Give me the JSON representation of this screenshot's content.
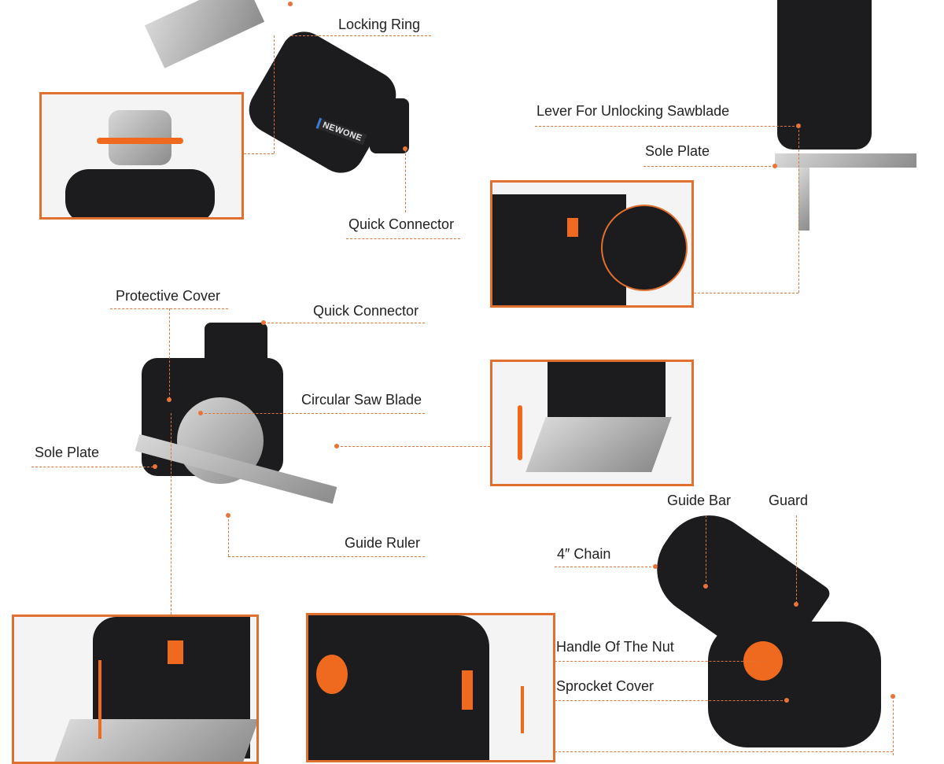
{
  "labels": {
    "locking_ring": "Locking Ring",
    "lever_unlocking": "Lever For Unlocking Sawblade",
    "sole_plate_jigsaw": "Sole Plate",
    "quick_connector_reciprocating": "Quick Connector",
    "protective_cover": "Protective Cover",
    "quick_connector_circular": "Quick Connector",
    "circular_saw_blade": "Circular Saw Blade",
    "sole_plate_circular": "Sole Plate",
    "guide_ruler": "Guide Ruler",
    "guide_bar": "Guide Bar",
    "guard": "Guard",
    "chain": "4″ Chain",
    "handle_of_nut": "Handle Of The Nut",
    "sprocket_cover": "Sprocket Cover"
  },
  "brand": "NEWONE",
  "colors": {
    "accent": "#e0702f",
    "tool_body": "#1c1c1e"
  }
}
